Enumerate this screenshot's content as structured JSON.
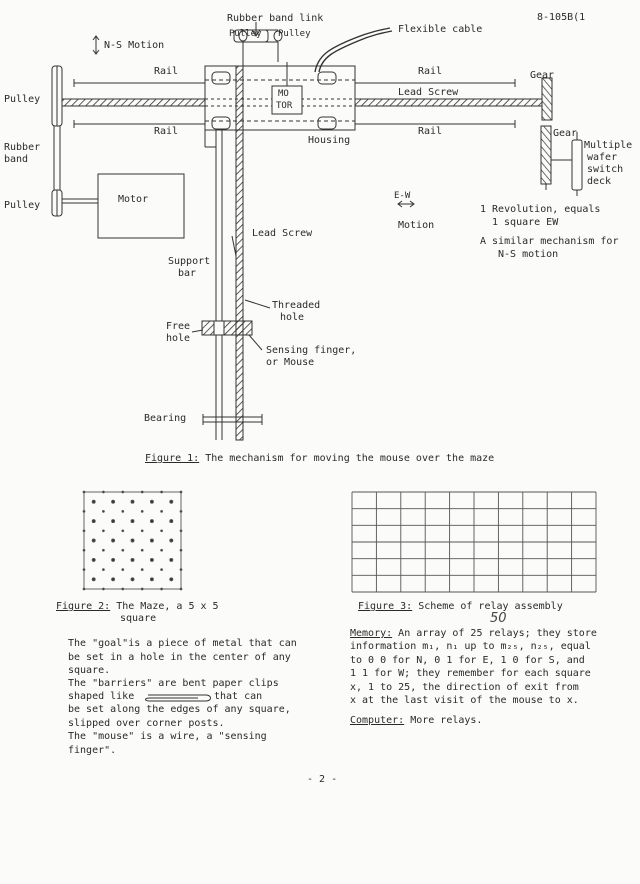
{
  "doc_id": "8-105B(1",
  "page_number": "- 2 -",
  "figure1": {
    "labels": {
      "ns_motion": "N-S Motion",
      "rubber_band_link": "Rubber band link",
      "pulley_left_top": "Pulley",
      "pulley_right_top": "Pulley",
      "flexible_cable": "Flexible cable",
      "rail_tl": "Rail",
      "rail_tr": "Rail",
      "rail_bl": "Rail",
      "rail_br": "Rail",
      "pulley_1": "Pulley",
      "pulley_2": "Pulley",
      "rubber": "Rubber",
      "band": "band",
      "motor_top_1": "MO",
      "motor_top_2": "TOR",
      "lead_screw_h": "Lead Screw",
      "housing": "Housing",
      "gear_1": "Gear",
      "gear_2": "Gear",
      "multiple_1": "Multiple",
      "multiple_2": "wafer",
      "multiple_3": "switch",
      "multiple_4": "deck",
      "motor_box": "Motor",
      "ew": "E-W",
      "ew_motion": "Motion",
      "rev_1": "1 Revolution, equals",
      "rev_2": "1 square EW",
      "similar_1": "A similar mechanism for",
      "similar_2": "N-S motion",
      "lead_screw_v": "Lead Screw",
      "support_1": "Support",
      "support_2": "bar",
      "threaded_1": "Threaded",
      "threaded_2": "hole",
      "free_1": "Free",
      "free_2": "hole",
      "sensing_1": "Sensing finger,",
      "sensing_2": "or Mouse",
      "bearing": "Bearing"
    },
    "caption_label": "Figure 1:",
    "caption_text": "The mechanism for moving the mouse over the maze"
  },
  "figure2": {
    "caption_label": "Figure 2:",
    "caption_text": "The Maze, a 5 x 5",
    "caption_text2": "square",
    "grid": 5
  },
  "figure3": {
    "caption_label": "Figure 3:",
    "caption_text": "Scheme of relay assembly",
    "grid": 10
  },
  "left_text": {
    "goal": "The \"goal\"is a piece of metal that can\nbe set in a hole in the center of any\nsquare.",
    "barriers_1": "The \"barriers\" are bent paper clips",
    "barriers_2a": "shaped like",
    "barriers_2b": "that can",
    "barriers_3": "be set along the edges of any square,\nslipped over corner posts.",
    "mouse": "The \"mouse\" is a wire, a \"sensing\nfinger\"."
  },
  "right_text": {
    "memory_label": "Memory:",
    "memory_line1": " An array of 25 relays; they store",
    "memory_rest": "information m₁, n₁ up to m₂₅, n₂₅, equal\nto 0 0 for N, 0 1 for E, 1 0 for S, and\n1 1 for W; they remember for each square\nx, 1 to 25, the direction of exit from\nx at the last visit of the mouse to x.",
    "handwritten_50": "50",
    "computer_label": "Computer:",
    "computer_text": " More relays."
  }
}
